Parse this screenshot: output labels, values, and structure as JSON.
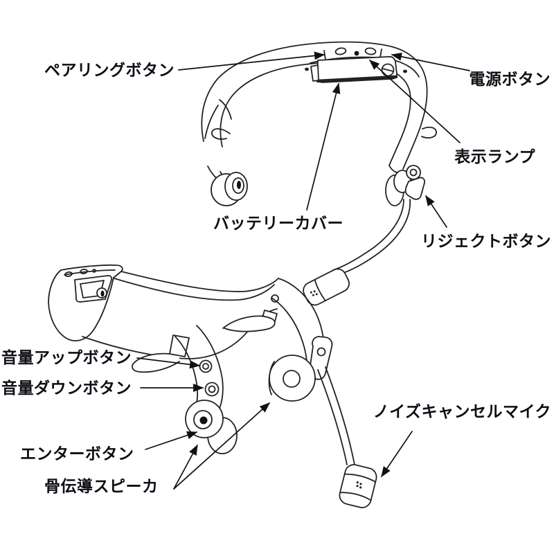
{
  "figure": {
    "background_color": "#ffffff",
    "line_color": "#222222",
    "label_color": "#0d0d15",
    "labels": [
      {
        "id": "pairing-button",
        "text": "ペアリングボタン"
      },
      {
        "id": "power-button",
        "text": "電源ボタン"
      },
      {
        "id": "indicator-lamp",
        "text": "表示ランプ"
      },
      {
        "id": "battery-cover",
        "text": "バッテリーカバー"
      },
      {
        "id": "reject-button",
        "text": "リジェクトボタン"
      },
      {
        "id": "volume-up-button",
        "text": "音量アップボタン"
      },
      {
        "id": "volume-down-button",
        "text": "音量ダウンボタン"
      },
      {
        "id": "enter-button",
        "text": "エンターボタン"
      },
      {
        "id": "bone-conduction-speaker",
        "text": "骨伝導スピーカ"
      },
      {
        "id": "noise-cancel-mic",
        "text": "ノイズキャンセルマイク"
      }
    ]
  }
}
